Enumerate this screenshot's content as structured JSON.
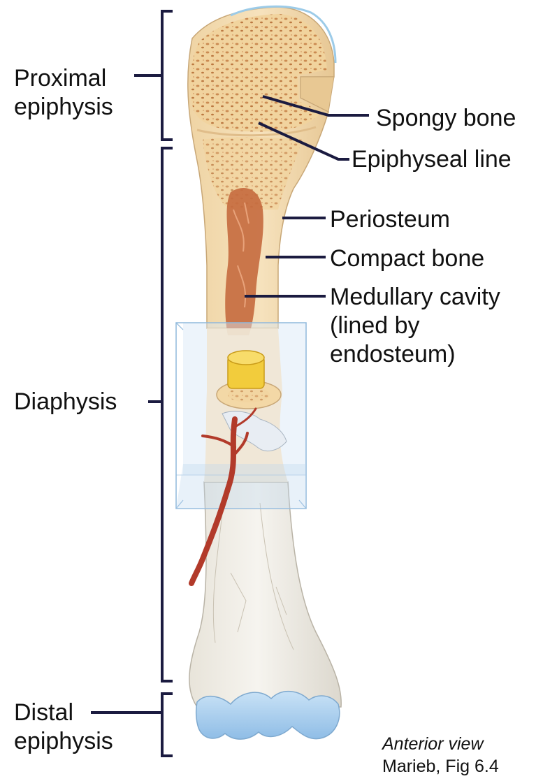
{
  "labels": {
    "proximal_epiphysis": "Proximal\nepiphysis",
    "diaphysis": "Diaphysis",
    "distal_epiphysis": "Distal\nepiphysis",
    "spongy_bone": "Spongy bone",
    "epiphyseal_line": "Epiphyseal line",
    "periosteum": "Periosteum",
    "compact_bone": "Compact bone",
    "medullary_cavity": "Medullary cavity\n(lined by\nendosteum)"
  },
  "caption": {
    "view": "Anterior view",
    "source": "Marieb, Fig 6.4"
  },
  "colors": {
    "leader_lines": "#1b1b40",
    "bone_tan": "#f0d5a4",
    "spongy_pores": "#c9874d",
    "marrow": "#c56a3e",
    "bone_white": "#f1eee6",
    "cartilage_blue": "#a8cdec",
    "artery": "#b23a2a",
    "yellow_marrow": "#f2cc3c",
    "cutaway_box": "#cfe3f5"
  }
}
